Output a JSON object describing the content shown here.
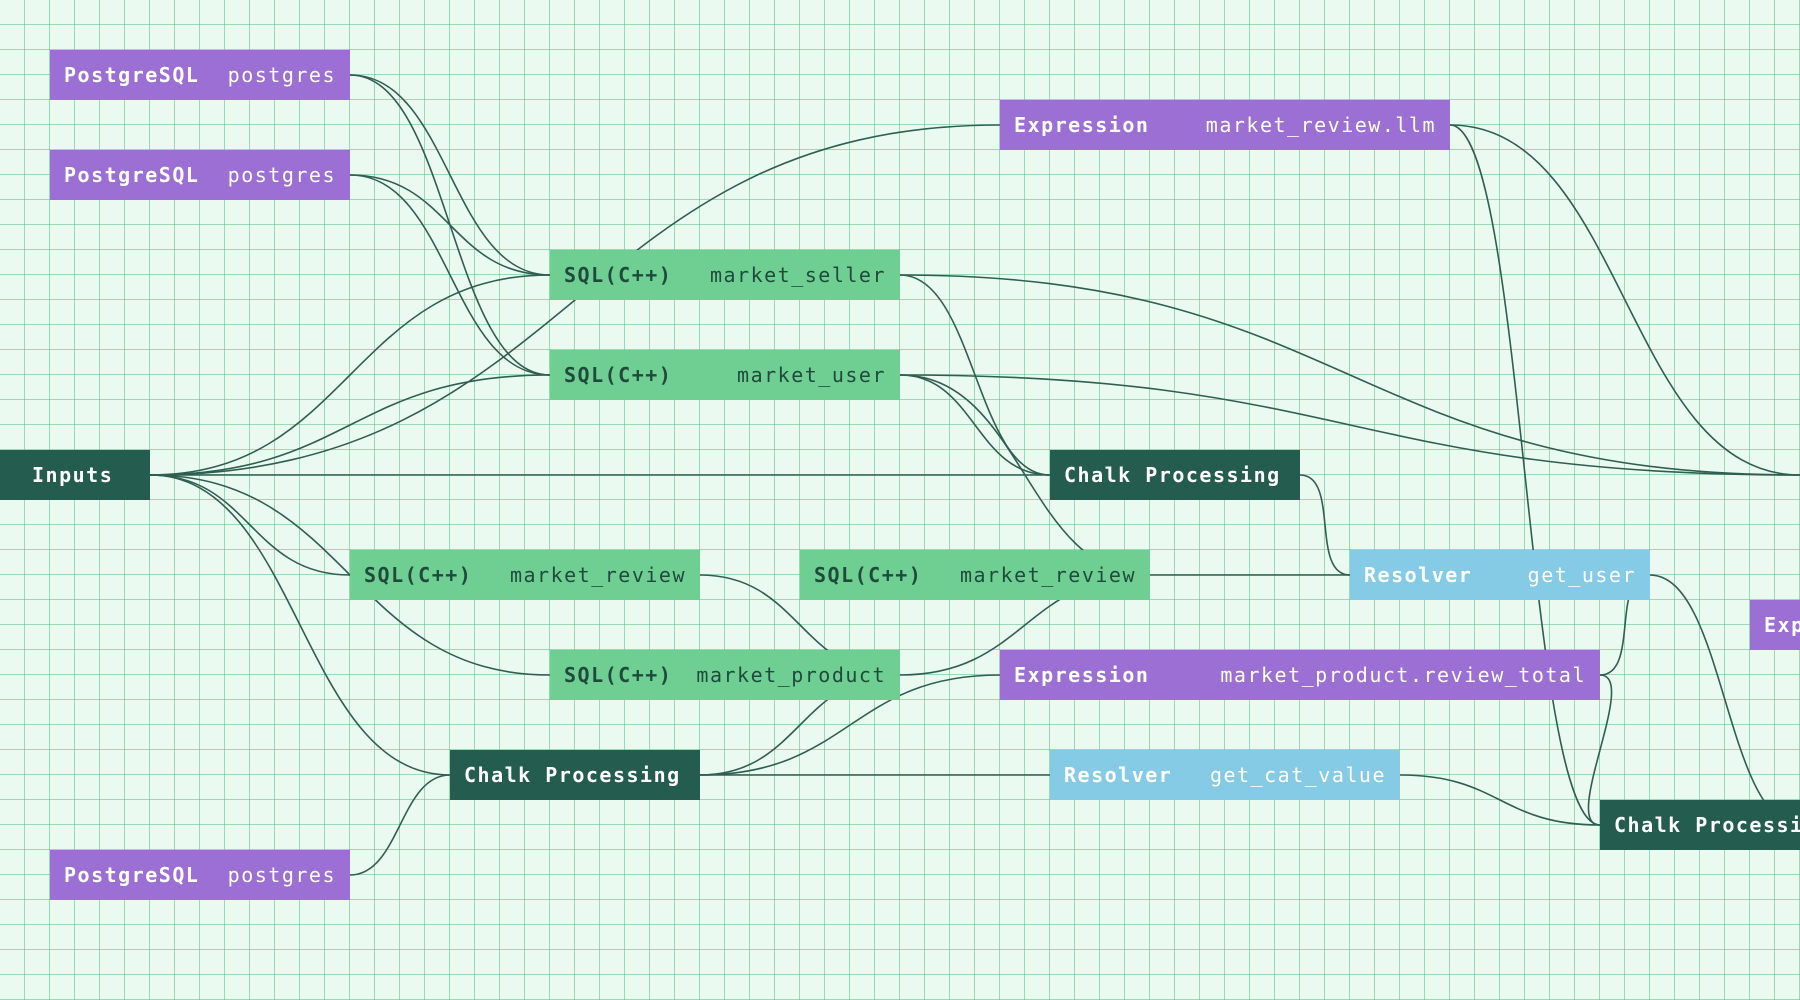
{
  "nodes": [
    {
      "id": "pg1",
      "kind": "PostgreSQL",
      "name": "postgres",
      "color": "purple"
    },
    {
      "id": "pg2",
      "kind": "PostgreSQL",
      "name": "postgres",
      "color": "purple"
    },
    {
      "id": "pg3",
      "kind": "PostgreSQL",
      "name": "postgres",
      "color": "purple"
    },
    {
      "id": "inputs",
      "kind": "Inputs",
      "name": "",
      "color": "dark"
    },
    {
      "id": "sql_seller",
      "kind": "SQL(C++)",
      "name": "market_seller",
      "color": "green"
    },
    {
      "id": "sql_user",
      "kind": "SQL(C++)",
      "name": "market_user",
      "color": "green"
    },
    {
      "id": "sql_review1",
      "kind": "SQL(C++)",
      "name": "market_review",
      "color": "green"
    },
    {
      "id": "sql_review2",
      "kind": "SQL(C++)",
      "name": "market_review",
      "color": "green"
    },
    {
      "id": "sql_product",
      "kind": "SQL(C++)",
      "name": "market_product",
      "color": "green"
    },
    {
      "id": "expr_llm",
      "kind": "Expression",
      "name": "market_review.llm",
      "color": "purple"
    },
    {
      "id": "expr_total",
      "kind": "Expression",
      "name": "market_product.review_total",
      "color": "purple"
    },
    {
      "id": "expr_cut",
      "kind": "Exp",
      "name": "",
      "color": "purple"
    },
    {
      "id": "chalk1",
      "kind": "Chalk Processing",
      "name": "",
      "color": "dark"
    },
    {
      "id": "chalk2",
      "kind": "Chalk Processing",
      "name": "",
      "color": "dark"
    },
    {
      "id": "chalk3",
      "kind": "Chalk Processi",
      "name": "",
      "color": "dark"
    },
    {
      "id": "res_user",
      "kind": "Resolver",
      "name": "get_user",
      "color": "blue"
    },
    {
      "id": "res_cat",
      "kind": "Resolver",
      "name": "get_cat_value",
      "color": "blue"
    }
  ],
  "edges": [
    [
      "pg1",
      "sql_seller"
    ],
    [
      "pg1",
      "sql_user"
    ],
    [
      "pg2",
      "sql_seller"
    ],
    [
      "pg2",
      "sql_user"
    ],
    [
      "pg3",
      "chalk2"
    ],
    [
      "inputs",
      "sql_seller"
    ],
    [
      "inputs",
      "sql_user"
    ],
    [
      "inputs",
      "expr_llm"
    ],
    [
      "inputs",
      "chalk1"
    ],
    [
      "inputs",
      "sql_review1"
    ],
    [
      "inputs",
      "sql_product"
    ],
    [
      "inputs",
      "chalk2"
    ],
    [
      "sql_seller",
      "chalk1"
    ],
    [
      "sql_seller",
      "edge_right"
    ],
    [
      "sql_user",
      "chalk1"
    ],
    [
      "sql_user",
      "edge_right"
    ],
    [
      "sql_user",
      "sql_review2"
    ],
    [
      "sql_review1",
      "sql_product"
    ],
    [
      "sql_product",
      "sql_review2"
    ],
    [
      "chalk2",
      "sql_product"
    ],
    [
      "chalk2",
      "expr_total"
    ],
    [
      "chalk2",
      "res_cat"
    ],
    [
      "expr_llm",
      "chalk3"
    ],
    [
      "expr_llm",
      "edge_right"
    ],
    [
      "chalk1",
      "res_user"
    ],
    [
      "sql_review2",
      "res_user"
    ],
    [
      "expr_total",
      "res_user"
    ],
    [
      "expr_total",
      "chalk3"
    ],
    [
      "res_user",
      "chalk3"
    ],
    [
      "res_cat",
      "chalk3"
    ]
  ]
}
